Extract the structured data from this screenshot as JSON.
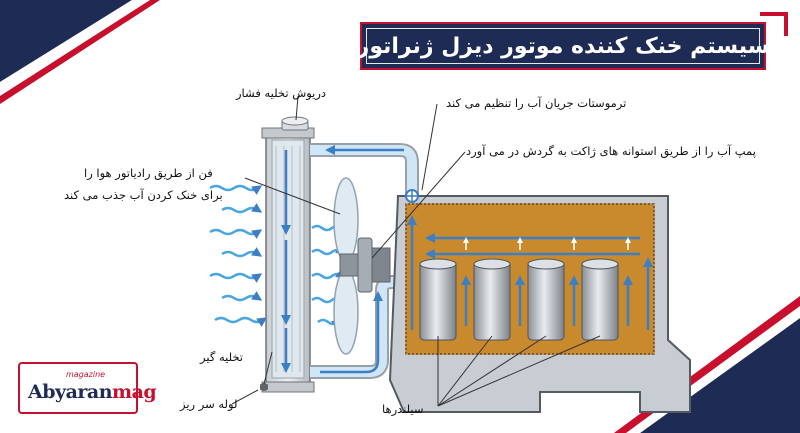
{
  "title": "سیستم خنک کننده موتور دیزل ژنراتور",
  "labels": {
    "pressure_cap": "دریوش تخلیه فشار",
    "thermostat": "ترموستات جریان آب را تنظیم می کند",
    "water_pump": "پمپ آب را از طریق استوانه های ژاکت به گردش در می آورد",
    "fan_line1": "فن از طریق رادیاتور هوا را",
    "fan_line2": "برای خنک کردن آب جذب می کند",
    "drain_valve": "تخلیه گیر",
    "overflow_pipe": "لوله سر ریز",
    "cylinders": "سیلندرها"
  },
  "logo": {
    "small": "magazine",
    "main": "Abyaran",
    "accent": "mag"
  },
  "colors": {
    "navy": "#1d2b55",
    "red": "#c8102e",
    "coolant": "#cfe6f7",
    "flow": "#3d7fc4",
    "engine_oil": "#c98a2e"
  }
}
